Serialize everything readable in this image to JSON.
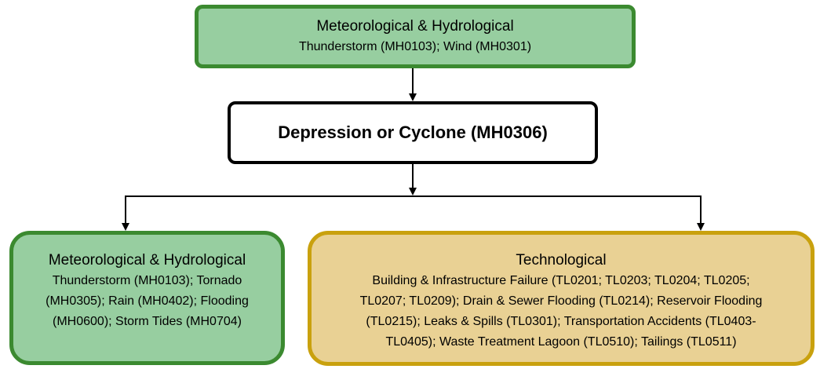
{
  "top_box": {
    "title": "Meteorological & Hydrological",
    "line1": "Thunderstorm (MH0103); Wind (MH0301)"
  },
  "center_box": {
    "title": "Depression or Cyclone (MH0306)"
  },
  "left_box": {
    "title": "Meteorological & Hydrological",
    "lines": [
      "Thunderstorm (MH0103); Tornado",
      "(MH0305); Rain (MH0402); Flooding",
      "(MH0600); Storm Tides (MH0704)"
    ]
  },
  "right_box": {
    "title": "Technological",
    "lines": [
      "Building & Infrastructure Failure (TL0201; TL0203; TL0204; TL0205;",
      "TL0207; TL0209); Drain & Sewer Flooding (TL0214); Reservoir Flooding",
      "(TL0215); Leaks & Spills (TL0301); Transportation Accidents (TL0403-",
      "TL0405); Waste Treatment Lagoon (TL0510); Tailings (TL0511)"
    ]
  },
  "colors": {
    "green_fill": "#97cea0",
    "green_border": "#3b8a30",
    "tan_fill": "#e9d194",
    "tan_border": "#c9a10e",
    "line": "#000000"
  }
}
